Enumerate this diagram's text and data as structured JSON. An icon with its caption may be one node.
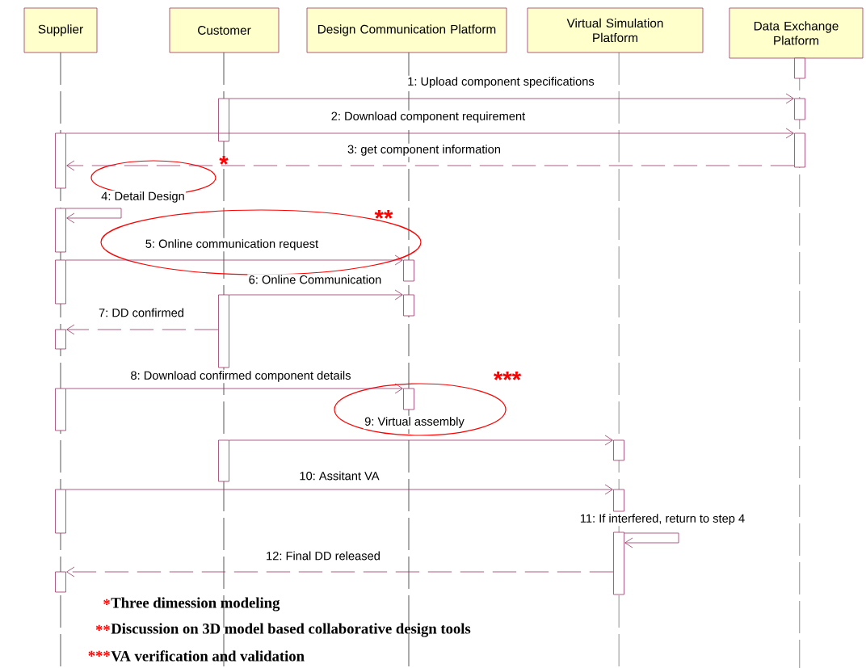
{
  "diagram": {
    "nodes": [
      {
        "text": [
          "Supplier"
        ]
      },
      {
        "text": [
          "Customer"
        ]
      },
      {
        "text": [
          "Design Communication Platform"
        ]
      },
      {
        "text": [
          "Virtual Simulation Platform"
        ]
      },
      {
        "text": [
          "Data Exchange Platform"
        ]
      },
      {
        "text": [],
        "shape": "bar"
      },
      {
        "text": [],
        "shape": "bar"
      },
      {
        "text": [],
        "shape": "bar"
      },
      {
        "text": [],
        "shape": "bar"
      },
      {
        "text": [],
        "shape": "bar"
      },
      {
        "text": [],
        "shape": "bar"
      },
      {
        "text": [],
        "shape": "bar"
      },
      {
        "text": [],
        "shape": "bar"
      },
      {
        "text": [],
        "shape": "bar"
      },
      {
        "text": [],
        "shape": "bar"
      },
      {
        "text": [],
        "shape": "bar"
      },
      {
        "text": [],
        "shape": "bar"
      },
      {
        "text": [],
        "shape": "bar"
      },
      {
        "text": [],
        "shape": "bar"
      },
      {
        "text": [],
        "shape": "bar"
      },
      {
        "text": [],
        "shape": "bar"
      },
      {
        "text": [],
        "shape": "bar"
      },
      {
        "text": [],
        "shape": "bar"
      },
      {
        "text": [],
        "shape": "bar"
      }
    ],
    "edges": [
      {
        "from": 6,
        "to": 7,
        "arrow": "to",
        "label": "1: Upload component specifications"
      },
      {
        "from": 8,
        "to": 9,
        "arrow": "to",
        "label": "2: Download component requirement"
      },
      {
        "from": 9,
        "to": 8,
        "arrow": "to",
        "style": "dashed",
        "label": "3: get component information"
      },
      {
        "from": 10,
        "to": 10,
        "arrow": "to",
        "label": "4: Detail Design"
      },
      {
        "from": 11,
        "to": 12,
        "arrow": "to",
        "label": "5: Online communication request"
      },
      {
        "from": 13,
        "to": 14,
        "arrow": "to",
        "label": "6: Online Communication"
      },
      {
        "from": 13,
        "to": 15,
        "arrow": "to",
        "style": "dashed",
        "label": "7: DD confirmed"
      },
      {
        "from": 16,
        "to": 17,
        "arrow": "to",
        "label": "8: Download confirmed component details"
      },
      {
        "from": 18,
        "to": 19,
        "arrow": "to",
        "label": "9: Virtual assembly"
      },
      {
        "from": 20,
        "to": 21,
        "arrow": "to",
        "label": "10: Assitant VA"
      },
      {
        "from": 22,
        "to": 22,
        "arrow": "to",
        "label": "11: If interfered, return to step 4"
      },
      {
        "from": 22,
        "to": 23,
        "arrow": "to",
        "style": "dashed",
        "label": "12: Final DD released"
      }
    ],
    "labels": [
      "*",
      "**",
      "***",
      "*",
      "Three dimession modeling",
      "**",
      "Discussion on 3D model based collaborative design tools",
      "***",
      "VA verification and validation"
    ]
  }
}
